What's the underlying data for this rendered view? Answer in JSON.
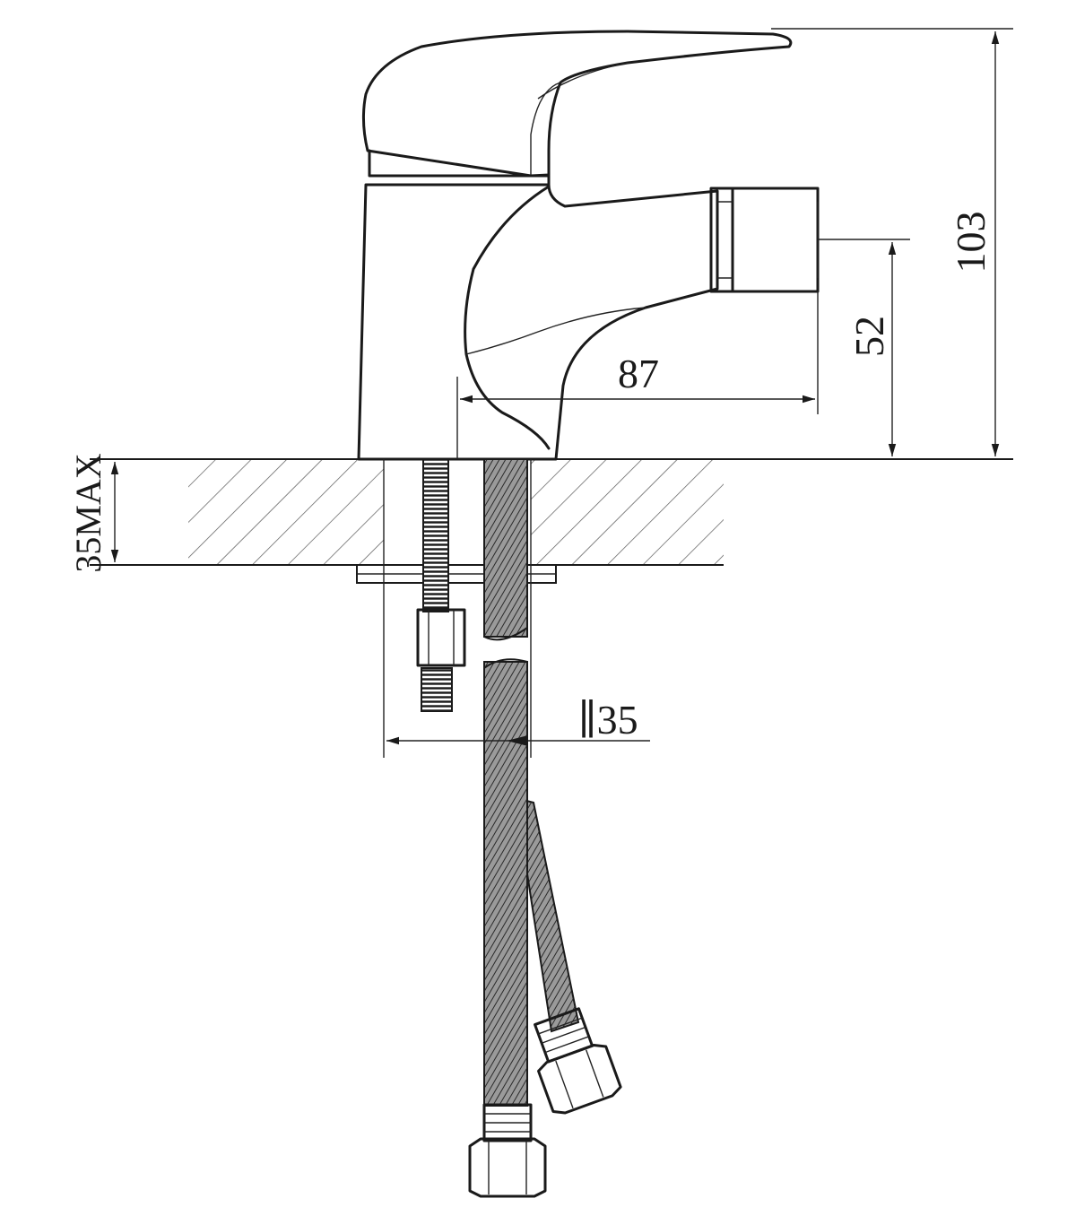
{
  "dimensions": {
    "overall_height": "103",
    "spout_height": "52",
    "spout_reach": "87",
    "max_counter_thickness": "35MAX",
    "mount_hole_diameter": "∥35"
  },
  "colors": {
    "line": "#1a1a1a",
    "background": "#ffffff",
    "hatch": "#555555"
  }
}
